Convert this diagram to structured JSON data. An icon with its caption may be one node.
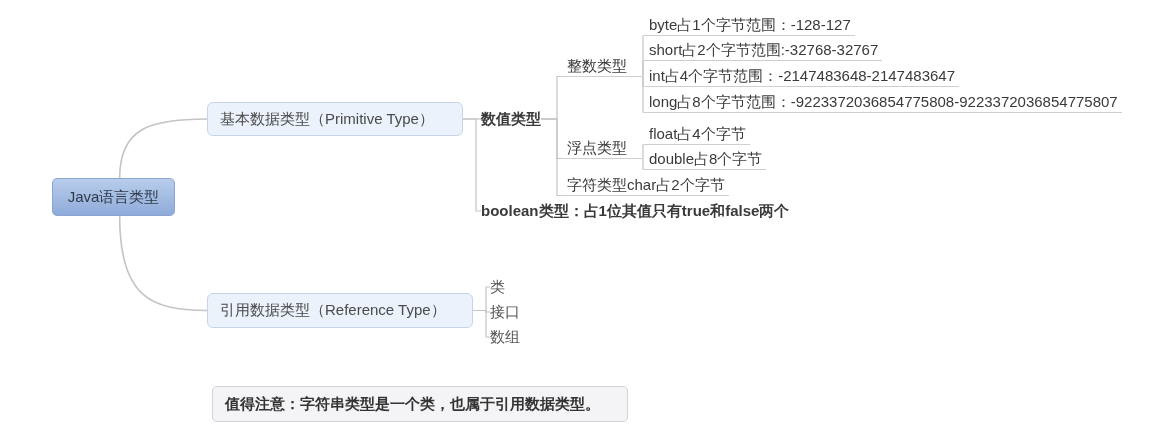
{
  "diagram": {
    "nodes": [
      {
        "text": [
          "Java语言类型"
        ]
      },
      {
        "text": [
          "基本数据类型（Primitive Type）"
        ]
      },
      {
        "text": [
          "数值类型"
        ]
      },
      {
        "text": [
          "整数类型"
        ]
      },
      {
        "text": [
          "byte占1个字节范围：-128-127"
        ]
      },
      {
        "text": [
          "short占2个字节范围:-32768-32767"
        ]
      },
      {
        "text": [
          "int占4个字节范围：-2147483648-2147483647"
        ]
      },
      {
        "text": [
          "long占8个字节范围：-9223372036854775808-9223372036854775807"
        ]
      },
      {
        "text": [
          "浮点类型"
        ]
      },
      {
        "text": [
          "float占4个字节"
        ]
      },
      {
        "text": [
          "double占8个字节"
        ]
      },
      {
        "text": [
          "字符类型char占2个字节"
        ]
      },
      {
        "text": [
          "boolean类型：占1位其值只有true和false两个"
        ]
      },
      {
        "text": [
          "引用数据类型（Reference Type）"
        ]
      },
      {
        "text": [
          "类"
        ]
      },
      {
        "text": [
          "接口"
        ]
      },
      {
        "text": [
          "数组"
        ]
      },
      {
        "text": [
          "值得注意：字符串类型是一个类，也属于引用数据类型。"
        ]
      }
    ],
    "edges": [
      {
        "from": 0,
        "to": 1,
        "arrow": "none"
      },
      {
        "from": 1,
        "to": 2,
        "arrow": "none"
      },
      {
        "from": 2,
        "to": 3,
        "arrow": "none"
      },
      {
        "from": 3,
        "to": 4,
        "arrow": "none"
      },
      {
        "from": 3,
        "to": 5,
        "arrow": "none"
      },
      {
        "from": 3,
        "to": 6,
        "arrow": "none"
      },
      {
        "from": 3,
        "to": 7,
        "arrow": "none"
      },
      {
        "from": 2,
        "to": 8,
        "arrow": "none"
      },
      {
        "from": 8,
        "to": 9,
        "arrow": "none"
      },
      {
        "from": 8,
        "to": 10,
        "arrow": "none"
      },
      {
        "from": 2,
        "to": 11,
        "arrow": "none"
      },
      {
        "from": 1,
        "to": 12,
        "arrow": "none"
      },
      {
        "from": 0,
        "to": 13,
        "arrow": "none"
      },
      {
        "from": 13,
        "to": 14,
        "arrow": "none"
      },
      {
        "from": 13,
        "to": 15,
        "arrow": "none"
      },
      {
        "from": 13,
        "to": 16,
        "arrow": "none"
      }
    ]
  }
}
